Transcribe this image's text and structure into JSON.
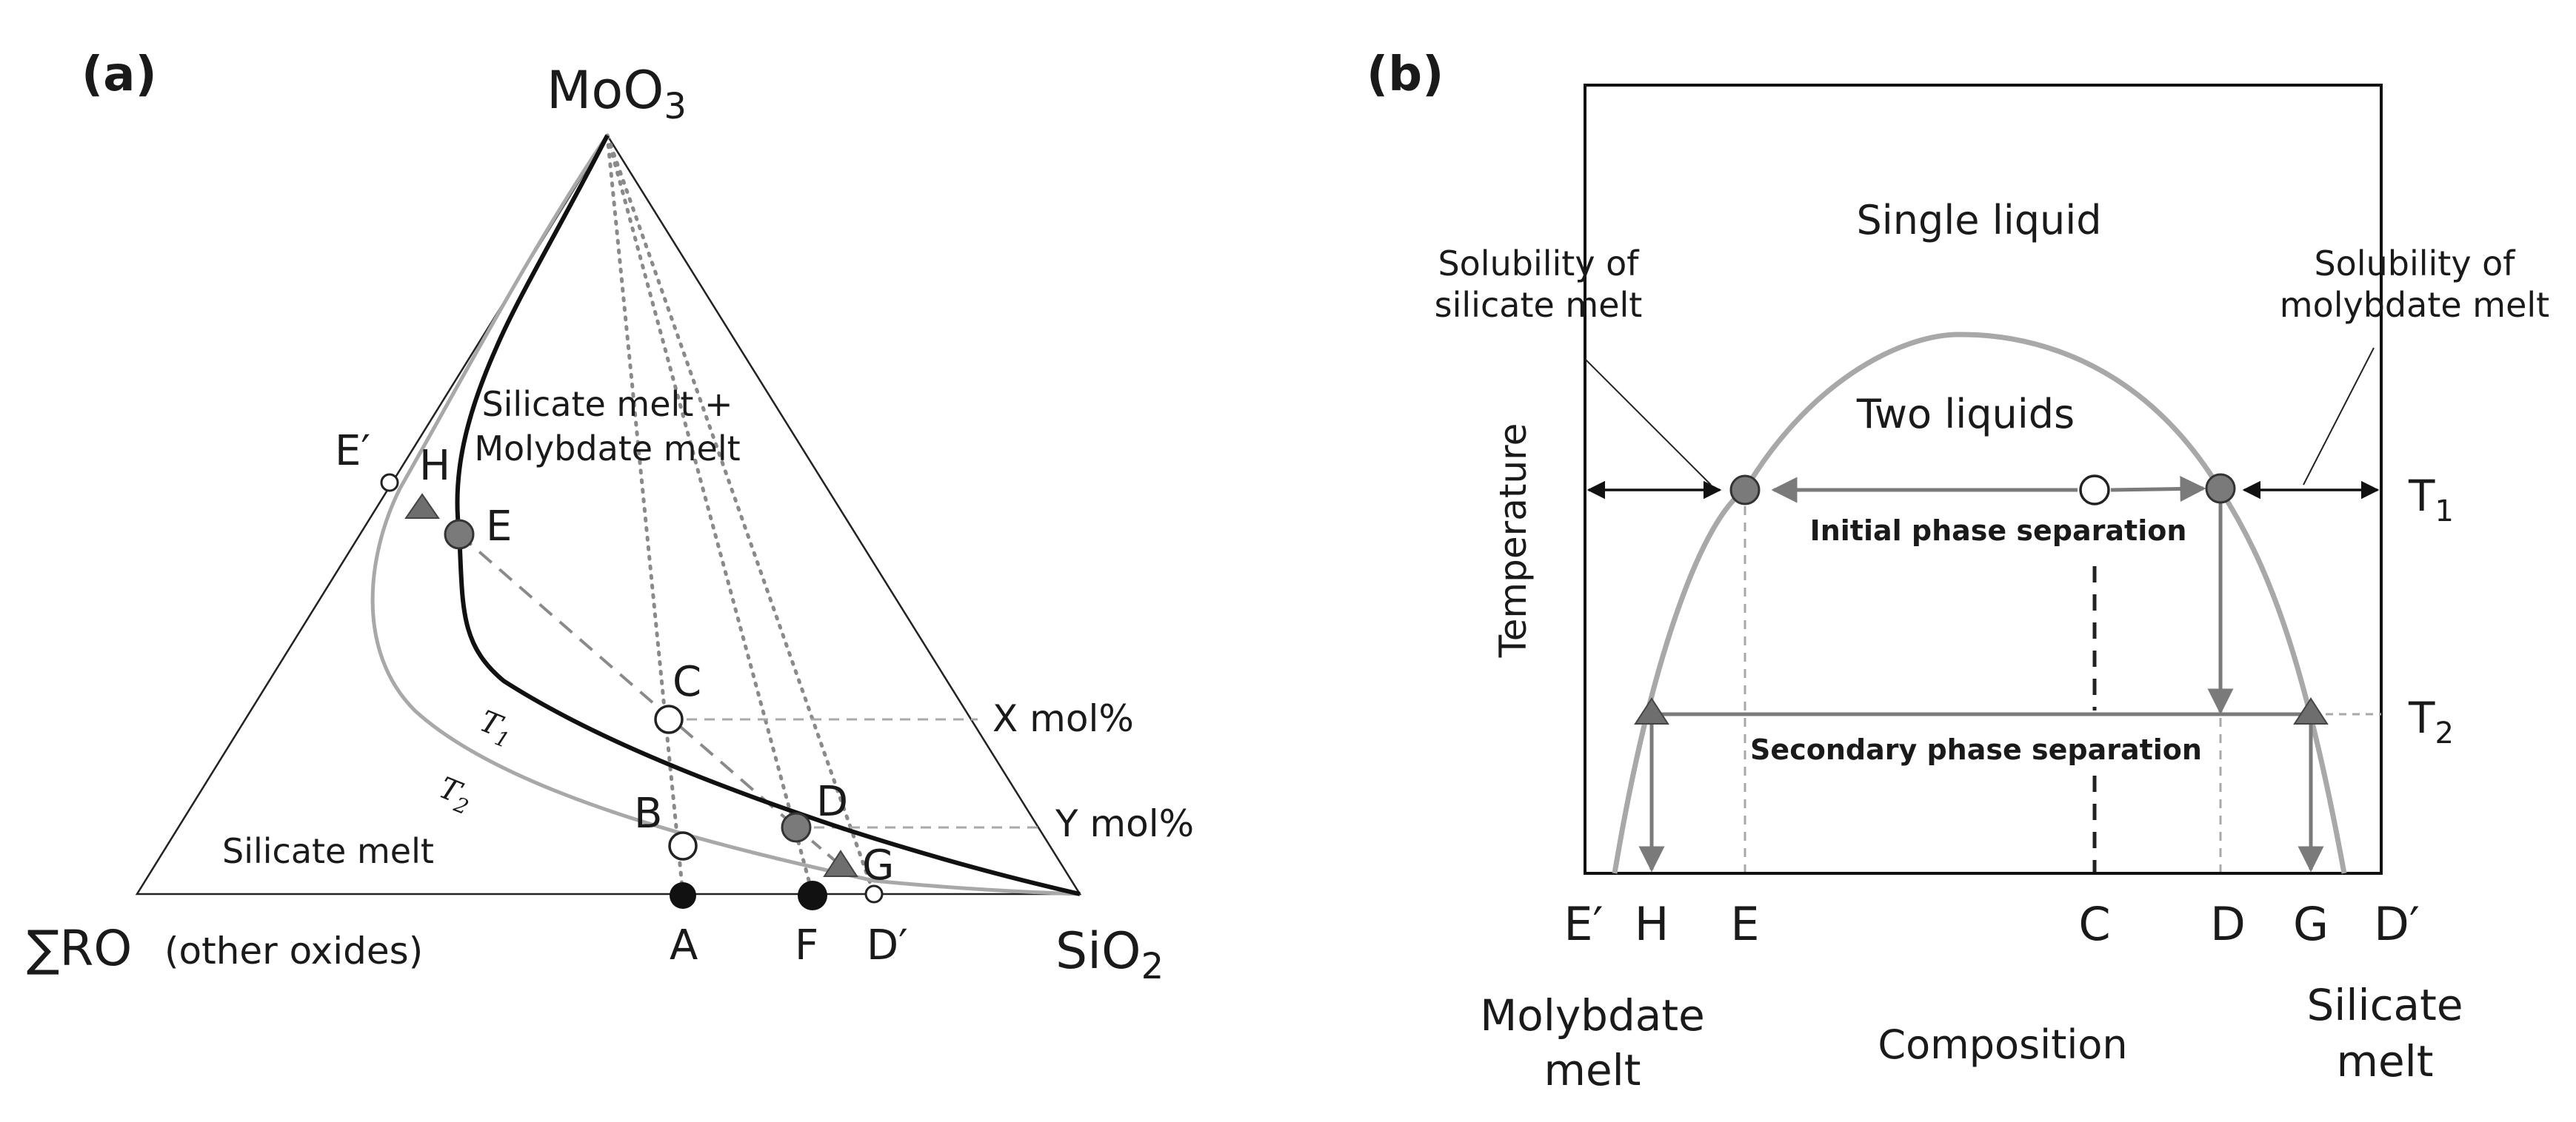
{
  "panel_a": {
    "tag": "(a)",
    "apex_top": {
      "base": "MoO",
      "sub": "3"
    },
    "apex_right": {
      "base": "SiO",
      "sub": "2"
    },
    "apex_left_main": "∑RO",
    "apex_left_note": "(other oxides)",
    "region_two_melts": [
      "Silicate melt +",
      "Molybdate melt"
    ],
    "region_silicate": "Silicate melt",
    "curve_t1": {
      "base": "T",
      "sub": "1"
    },
    "curve_t2": {
      "base": "T",
      "sub": "2"
    },
    "level_x": "X mol%",
    "level_y": "Y mol%",
    "points": {
      "E_prime": "E′",
      "H": "H",
      "E": "E",
      "C": "C",
      "B": "B",
      "D": "D",
      "G": "G",
      "A": "A",
      "F": "F",
      "D_prime": "D′"
    }
  },
  "panel_b": {
    "tag": "(b)",
    "single_liquid": "Single liquid",
    "two_liquids": "Two liquids",
    "solubility_silicate": [
      "Solubility of",
      "silicate melt"
    ],
    "solubility_molybdate": [
      "Solubility of",
      "molybdate melt"
    ],
    "initial_sep": "Initial phase separation",
    "secondary_sep": "Secondary phase separation",
    "t1": {
      "base": "T",
      "sub": "1"
    },
    "t2": {
      "base": "T",
      "sub": "2"
    },
    "y_axis": "Temperature",
    "x_axis": "Composition",
    "x_letters": [
      "E′",
      "H",
      "E",
      "C",
      "D",
      "G",
      "D′"
    ],
    "left_end": [
      "Molybdate",
      "melt"
    ],
    "right_end": [
      "Silicate",
      "melt"
    ]
  }
}
